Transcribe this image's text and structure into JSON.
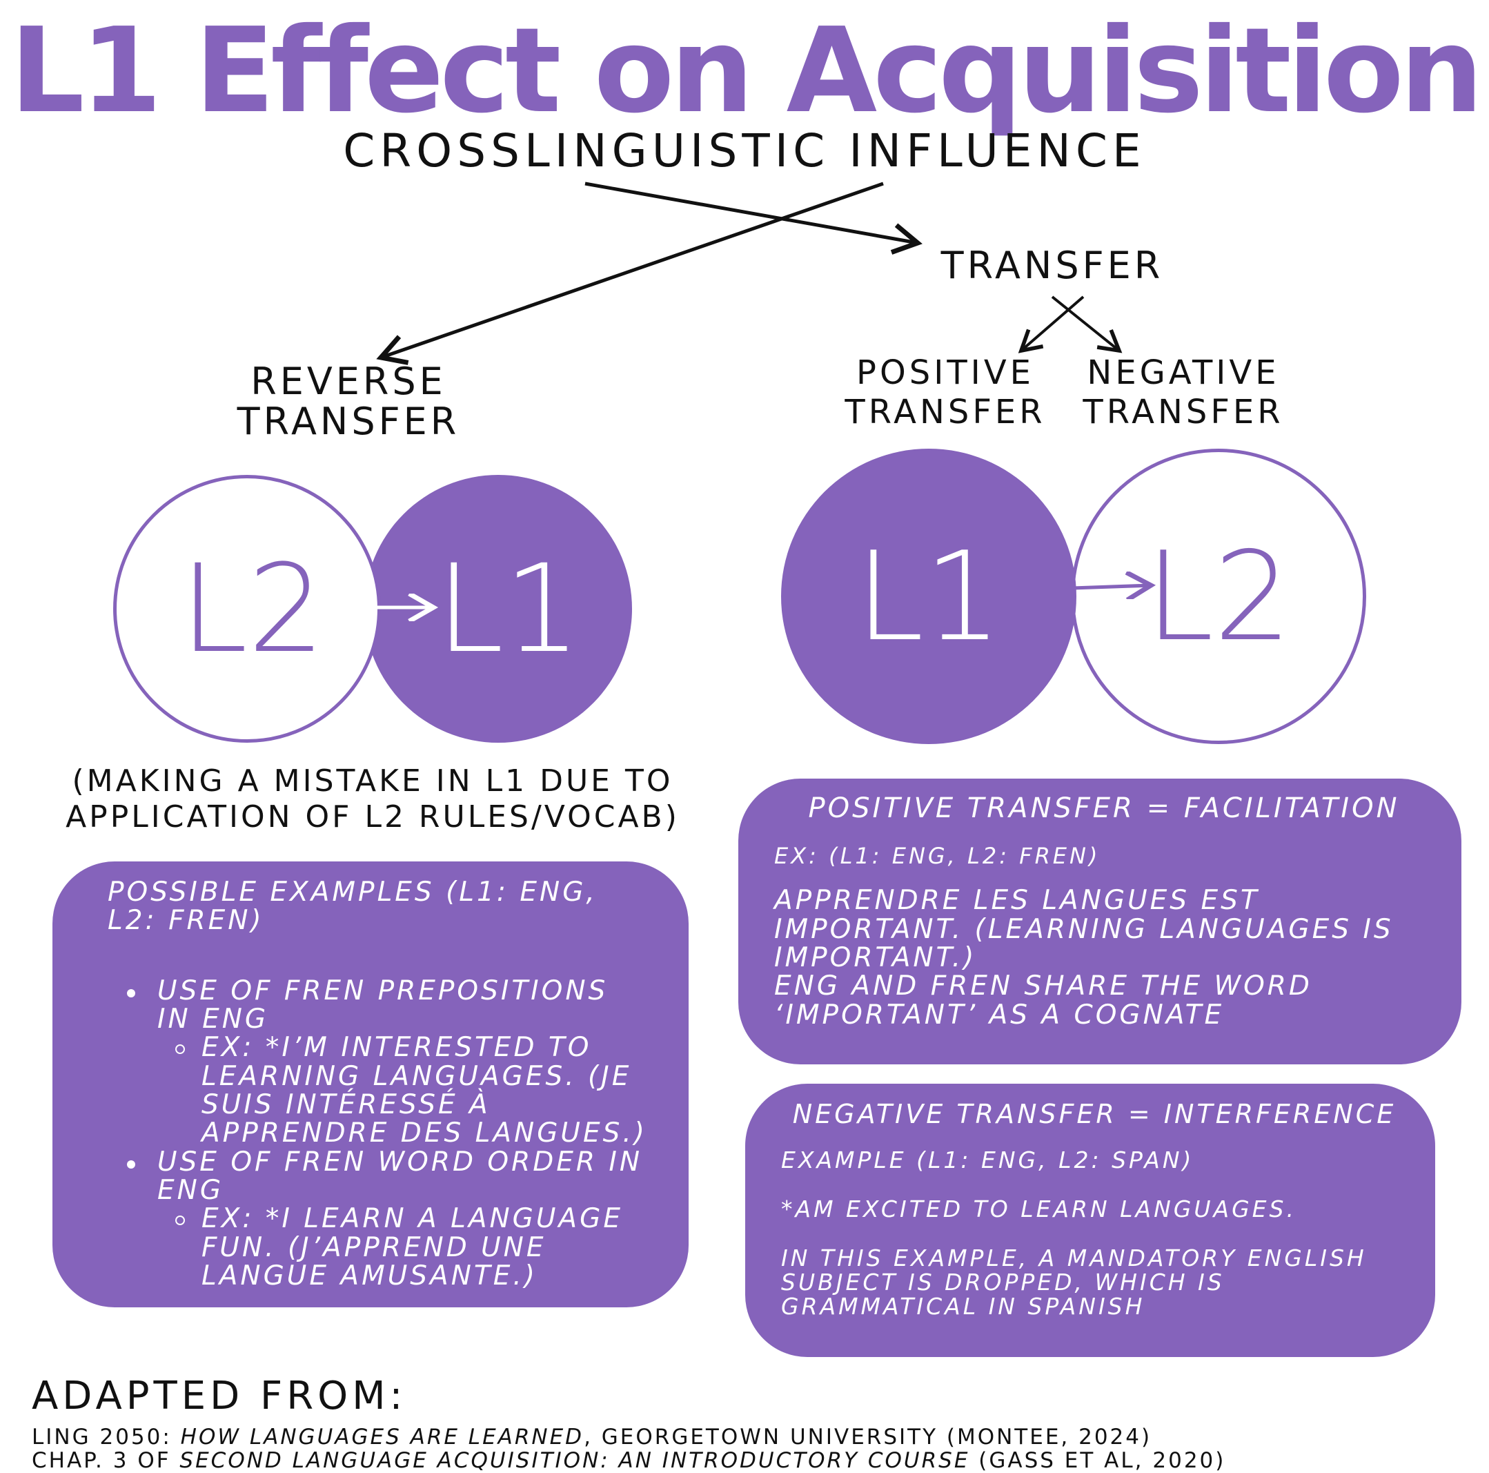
{
  "title": "L1 Effect on Acquisition",
  "subtitle": "CROSSLINGUISTIC INFLUENCE",
  "transfer": "TRANSFER",
  "reverse_transfer": [
    "REVERSE",
    "TRANSFER"
  ],
  "positive_transfer": [
    "POSITIVE",
    "TRANSFER"
  ],
  "negative_transfer": [
    "NEGATIVE",
    "TRANSFER"
  ],
  "reverse_circles": {
    "left": "L2",
    "right": "L1"
  },
  "forward_circles": {
    "left": "L1",
    "right": "L2"
  },
  "reverse_note": [
    "(MAKING A MISTAKE IN L1 DUE TO",
    "APPLICATION OF L2 RULES/VOCAB)"
  ],
  "reverse_box": {
    "heading": "POSSIBLE EXAMPLES (L1: ENG, L2: FREN)",
    "items": [
      {
        "text": "USE OF FREN PREPOSITIONS IN ENG",
        "sub": "EX: *I’M INTERESTED TO LEARNING LANGUAGES. (JE SUIS INTÉRESSÉ À APPRENDRE DES LANGUES.)"
      },
      {
        "text": "USE OF FREN WORD ORDER IN ENG",
        "sub": "EX: *I LEARN A LANGUAGE FUN. (J’APPREND UNE LANGUE AMUSANTE.)"
      }
    ]
  },
  "positive_box": {
    "heading": "POSITIVE TRANSFER = FACILITATION",
    "ex": "EX: (L1: ENG, L2: FREN)",
    "body": "APPRENDRE LES LANGUES EST IMPORTANT. (LEARNING LANGUAGES IS IMPORTANT.)",
    "note": "ENG AND FREN SHARE THE WORD ‘IMPORTANT’ AS A COGNATE"
  },
  "negative_box": {
    "heading": "NEGATIVE TRANSFER = INTERFERENCE",
    "ex": "EXAMPLE (L1: ENG, L2: SPAN)",
    "body": "*AM EXCITED TO LEARN LANGUAGES.",
    "note": "IN THIS EXAMPLE, A MANDATORY ENGLISH SUBJECT IS DROPPED, WHICH IS GRAMMATICAL IN SPANISH"
  },
  "footer": {
    "heading": "ADAPTED FROM:",
    "line1": {
      "a": "LING 2050: ",
      "b": "HOW LANGUAGES ARE LEARNED",
      "c": ", GEORGETOWN UNIVERSITY (MONTEE, 2024)"
    },
    "line2": {
      "a": "CHAP. 3 OF ",
      "b": "SECOND LANGUAGE ACQUISITION: AN INTRODUCTORY COURSE",
      "c": " (GASS ET AL, 2020)"
    }
  },
  "colors": {
    "accent": "#8563bb",
    "text": "#111111"
  }
}
